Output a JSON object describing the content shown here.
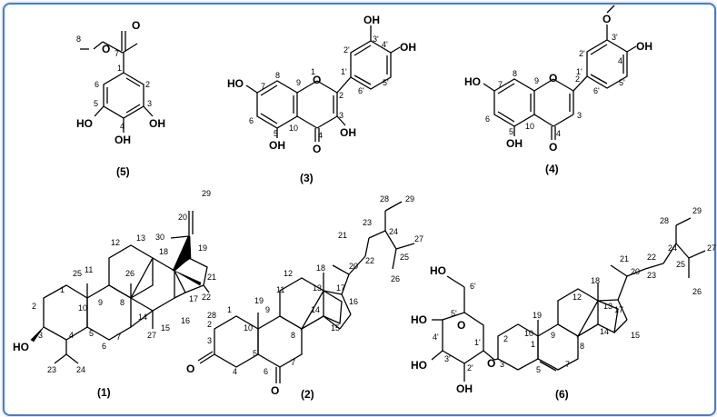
{
  "compounds": [
    {
      "id": "c5",
      "label": "(5)"
    },
    {
      "id": "c3",
      "label": "(3)"
    },
    {
      "id": "c4",
      "label": "(4)"
    },
    {
      "id": "c1",
      "label": "(1)"
    },
    {
      "id": "c2",
      "label": "(2)"
    },
    {
      "id": "c6",
      "label": "(6)"
    }
  ],
  "atoms": {
    "oh": "OH",
    "ho": "HO",
    "o": "O",
    "ome": "O"
  },
  "colors": {
    "frame": "#4a7fc1"
  }
}
